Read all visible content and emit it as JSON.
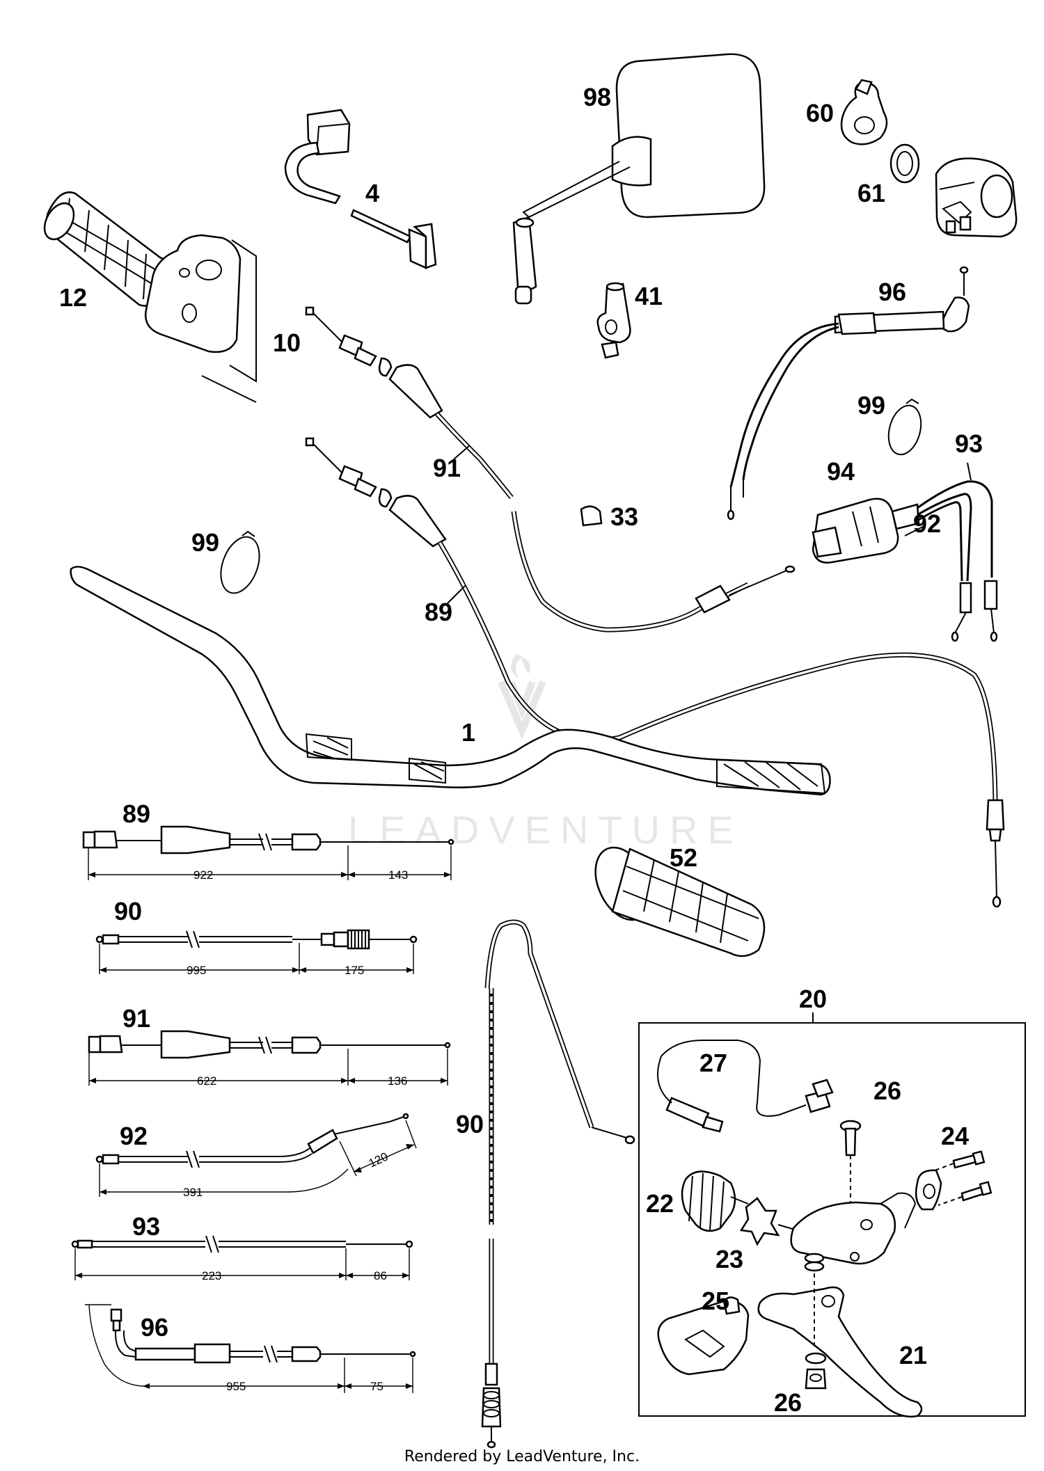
{
  "callouts": {
    "c98": "98",
    "c60": "60",
    "c61": "61",
    "c4": "4",
    "c12": "12",
    "c10": "10",
    "c41": "41",
    "c96": "96",
    "c99a": "99",
    "c93": "93",
    "c94": "94",
    "c92": "92",
    "c91": "91",
    "c33": "33",
    "c99b": "99",
    "c89": "89",
    "c1": "1",
    "c52": "52",
    "c20": "20",
    "c27": "27",
    "c26a": "26",
    "c24": "24",
    "c22": "22",
    "c23": "23",
    "c25": "25",
    "c21": "21",
    "c26b": "26",
    "c90": "90"
  },
  "cable_specs": [
    {
      "part": "89",
      "dim_a": "922",
      "dim_b": "143"
    },
    {
      "part": "90",
      "dim_a": "995",
      "dim_b": "175"
    },
    {
      "part": "91",
      "dim_a": "622",
      "dim_b": "136"
    },
    {
      "part": "92",
      "dim_a": "391",
      "dim_b": "120"
    },
    {
      "part": "93",
      "dim_a": "223",
      "dim_b": "86"
    },
    {
      "part": "96",
      "dim_a": "955",
      "dim_b": "75"
    }
  ],
  "watermark": "LEADVENTURE",
  "footer": "Rendered by LeadVenture, Inc."
}
